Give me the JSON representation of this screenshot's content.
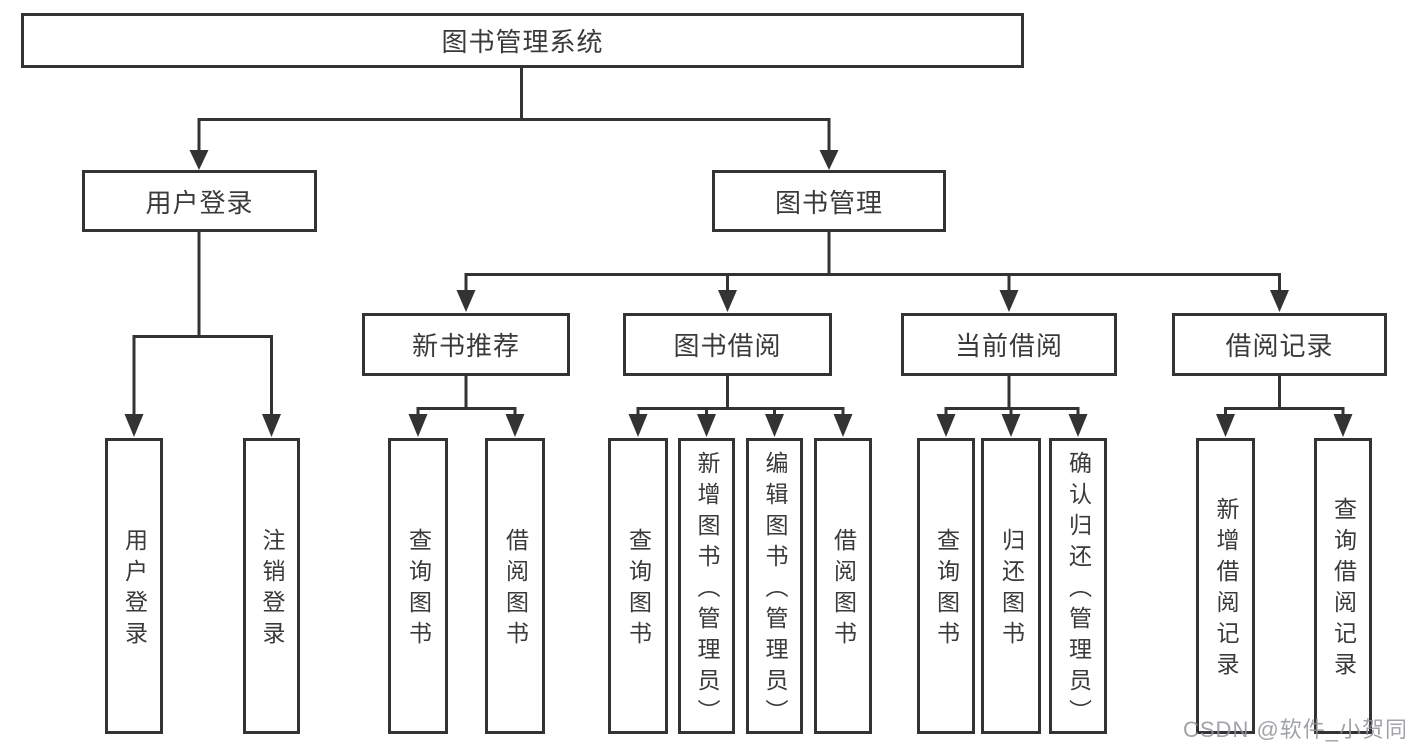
{
  "colors": {
    "line": "#333333",
    "text": "#3a3a3a",
    "watermark_text": "#909398"
  },
  "tree": {
    "root": {
      "label": "图书管理系统"
    },
    "level2": [
      {
        "label": "用户登录"
      },
      {
        "label": "图书管理"
      }
    ],
    "level3": [
      {
        "label": "新书推荐"
      },
      {
        "label": "图书借阅"
      },
      {
        "label": "当前借阅"
      },
      {
        "label": "借阅记录"
      }
    ],
    "leaves": {
      "user_login": [
        {
          "label": "用户登录"
        },
        {
          "label": "注销登录"
        }
      ],
      "new_book_recommend": [
        {
          "label": "查询图书"
        },
        {
          "label": "借阅图书"
        }
      ],
      "book_borrowing": [
        {
          "label": "查询图书"
        },
        {
          "label": "新增图书（管理员）"
        },
        {
          "label": "编辑图书（管理员）"
        },
        {
          "label": "借阅图书"
        }
      ],
      "current_borrowing": [
        {
          "label": "查询图书"
        },
        {
          "label": "归还图书"
        },
        {
          "label": "确认归还（管理员）"
        }
      ],
      "borrowing_records": [
        {
          "label": "新增借阅记录"
        },
        {
          "label": "查询借阅记录"
        }
      ]
    }
  },
  "watermark": {
    "text": "CSDN @软件_小贺同学"
  }
}
